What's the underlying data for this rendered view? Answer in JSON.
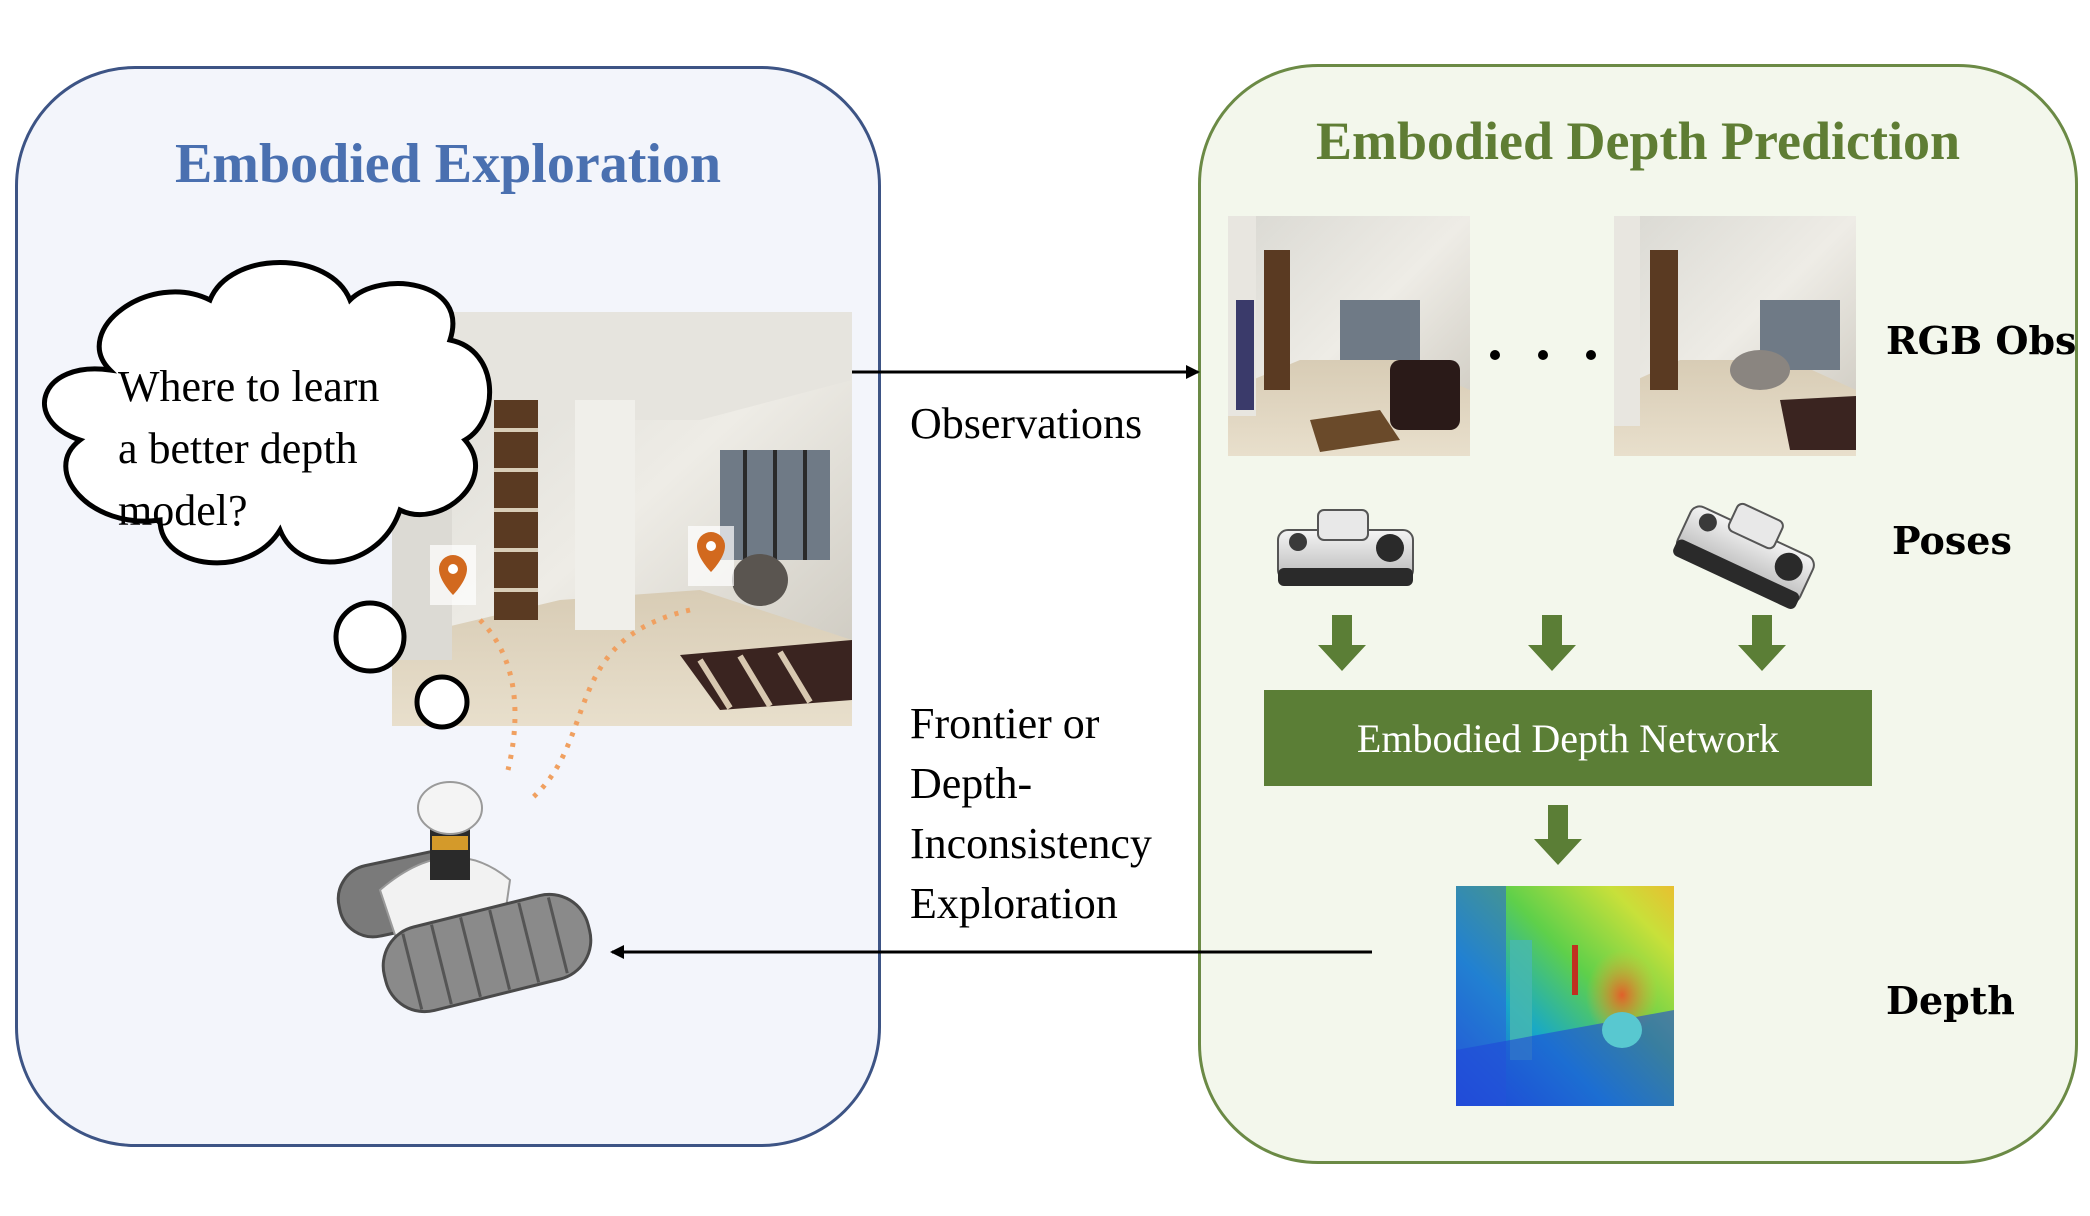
{
  "left_panel": {
    "title": "Embodied Exploration",
    "thought_bubble": {
      "line1": "Where to learn",
      "line2": "a better depth",
      "line3": "model?"
    }
  },
  "middle": {
    "observations_label": "Observations",
    "exploration_label": {
      "line1": "Frontier or",
      "line2": "Depth-",
      "line3": "Inconsistency",
      "line4": "Exploration"
    }
  },
  "right_panel": {
    "title": "Embodied Depth Prediction",
    "row_labels": {
      "rgb": "RGB Obs",
      "poses": "Poses",
      "depth": "Depth"
    },
    "network_label": "Embodied Depth Network"
  },
  "colors": {
    "left_title": "#4a70b0",
    "left_border": "#3d5485",
    "right_title": "#5f7d34",
    "right_border": "#6b8a45",
    "network_box": "#5b7e36",
    "arrow_down": "#5b7e36",
    "marker": "#d2691e"
  }
}
